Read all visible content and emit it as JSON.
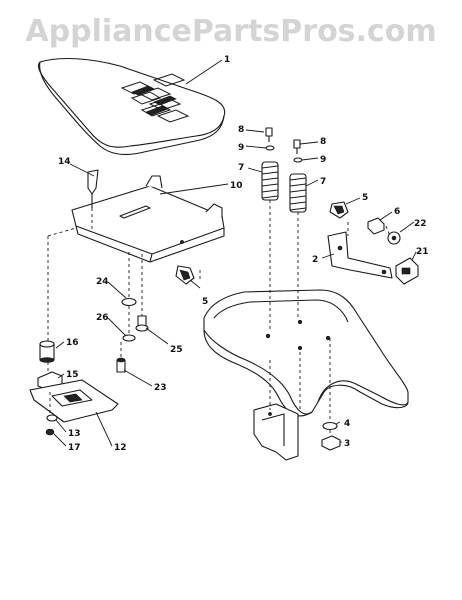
{
  "watermark": {
    "text": "AppliancePartsPros.com"
  },
  "callouts": [
    {
      "id": "c1",
      "label": "1"
    },
    {
      "id": "c8a",
      "label": "8"
    },
    {
      "id": "c8b",
      "label": "8"
    },
    {
      "id": "c9a",
      "label": "9"
    },
    {
      "id": "c9b",
      "label": "9"
    },
    {
      "id": "c7a",
      "label": "7"
    },
    {
      "id": "c7b",
      "label": "7"
    },
    {
      "id": "c14",
      "label": "14"
    },
    {
      "id": "c10",
      "label": "10"
    },
    {
      "id": "c5a",
      "label": "5"
    },
    {
      "id": "c6",
      "label": "6"
    },
    {
      "id": "c22",
      "label": "22"
    },
    {
      "id": "c2",
      "label": "2"
    },
    {
      "id": "c21",
      "label": "21"
    },
    {
      "id": "c5b",
      "label": "5"
    },
    {
      "id": "c24",
      "label": "24"
    },
    {
      "id": "c26",
      "label": "26"
    },
    {
      "id": "c25",
      "label": "25"
    },
    {
      "id": "c16",
      "label": "16"
    },
    {
      "id": "c23",
      "label": "23"
    },
    {
      "id": "c15",
      "label": "15"
    },
    {
      "id": "c13",
      "label": "13"
    },
    {
      "id": "c12",
      "label": "12"
    },
    {
      "id": "c17",
      "label": "17"
    },
    {
      "id": "c4",
      "label": "4"
    },
    {
      "id": "c3",
      "label": "3"
    }
  ]
}
